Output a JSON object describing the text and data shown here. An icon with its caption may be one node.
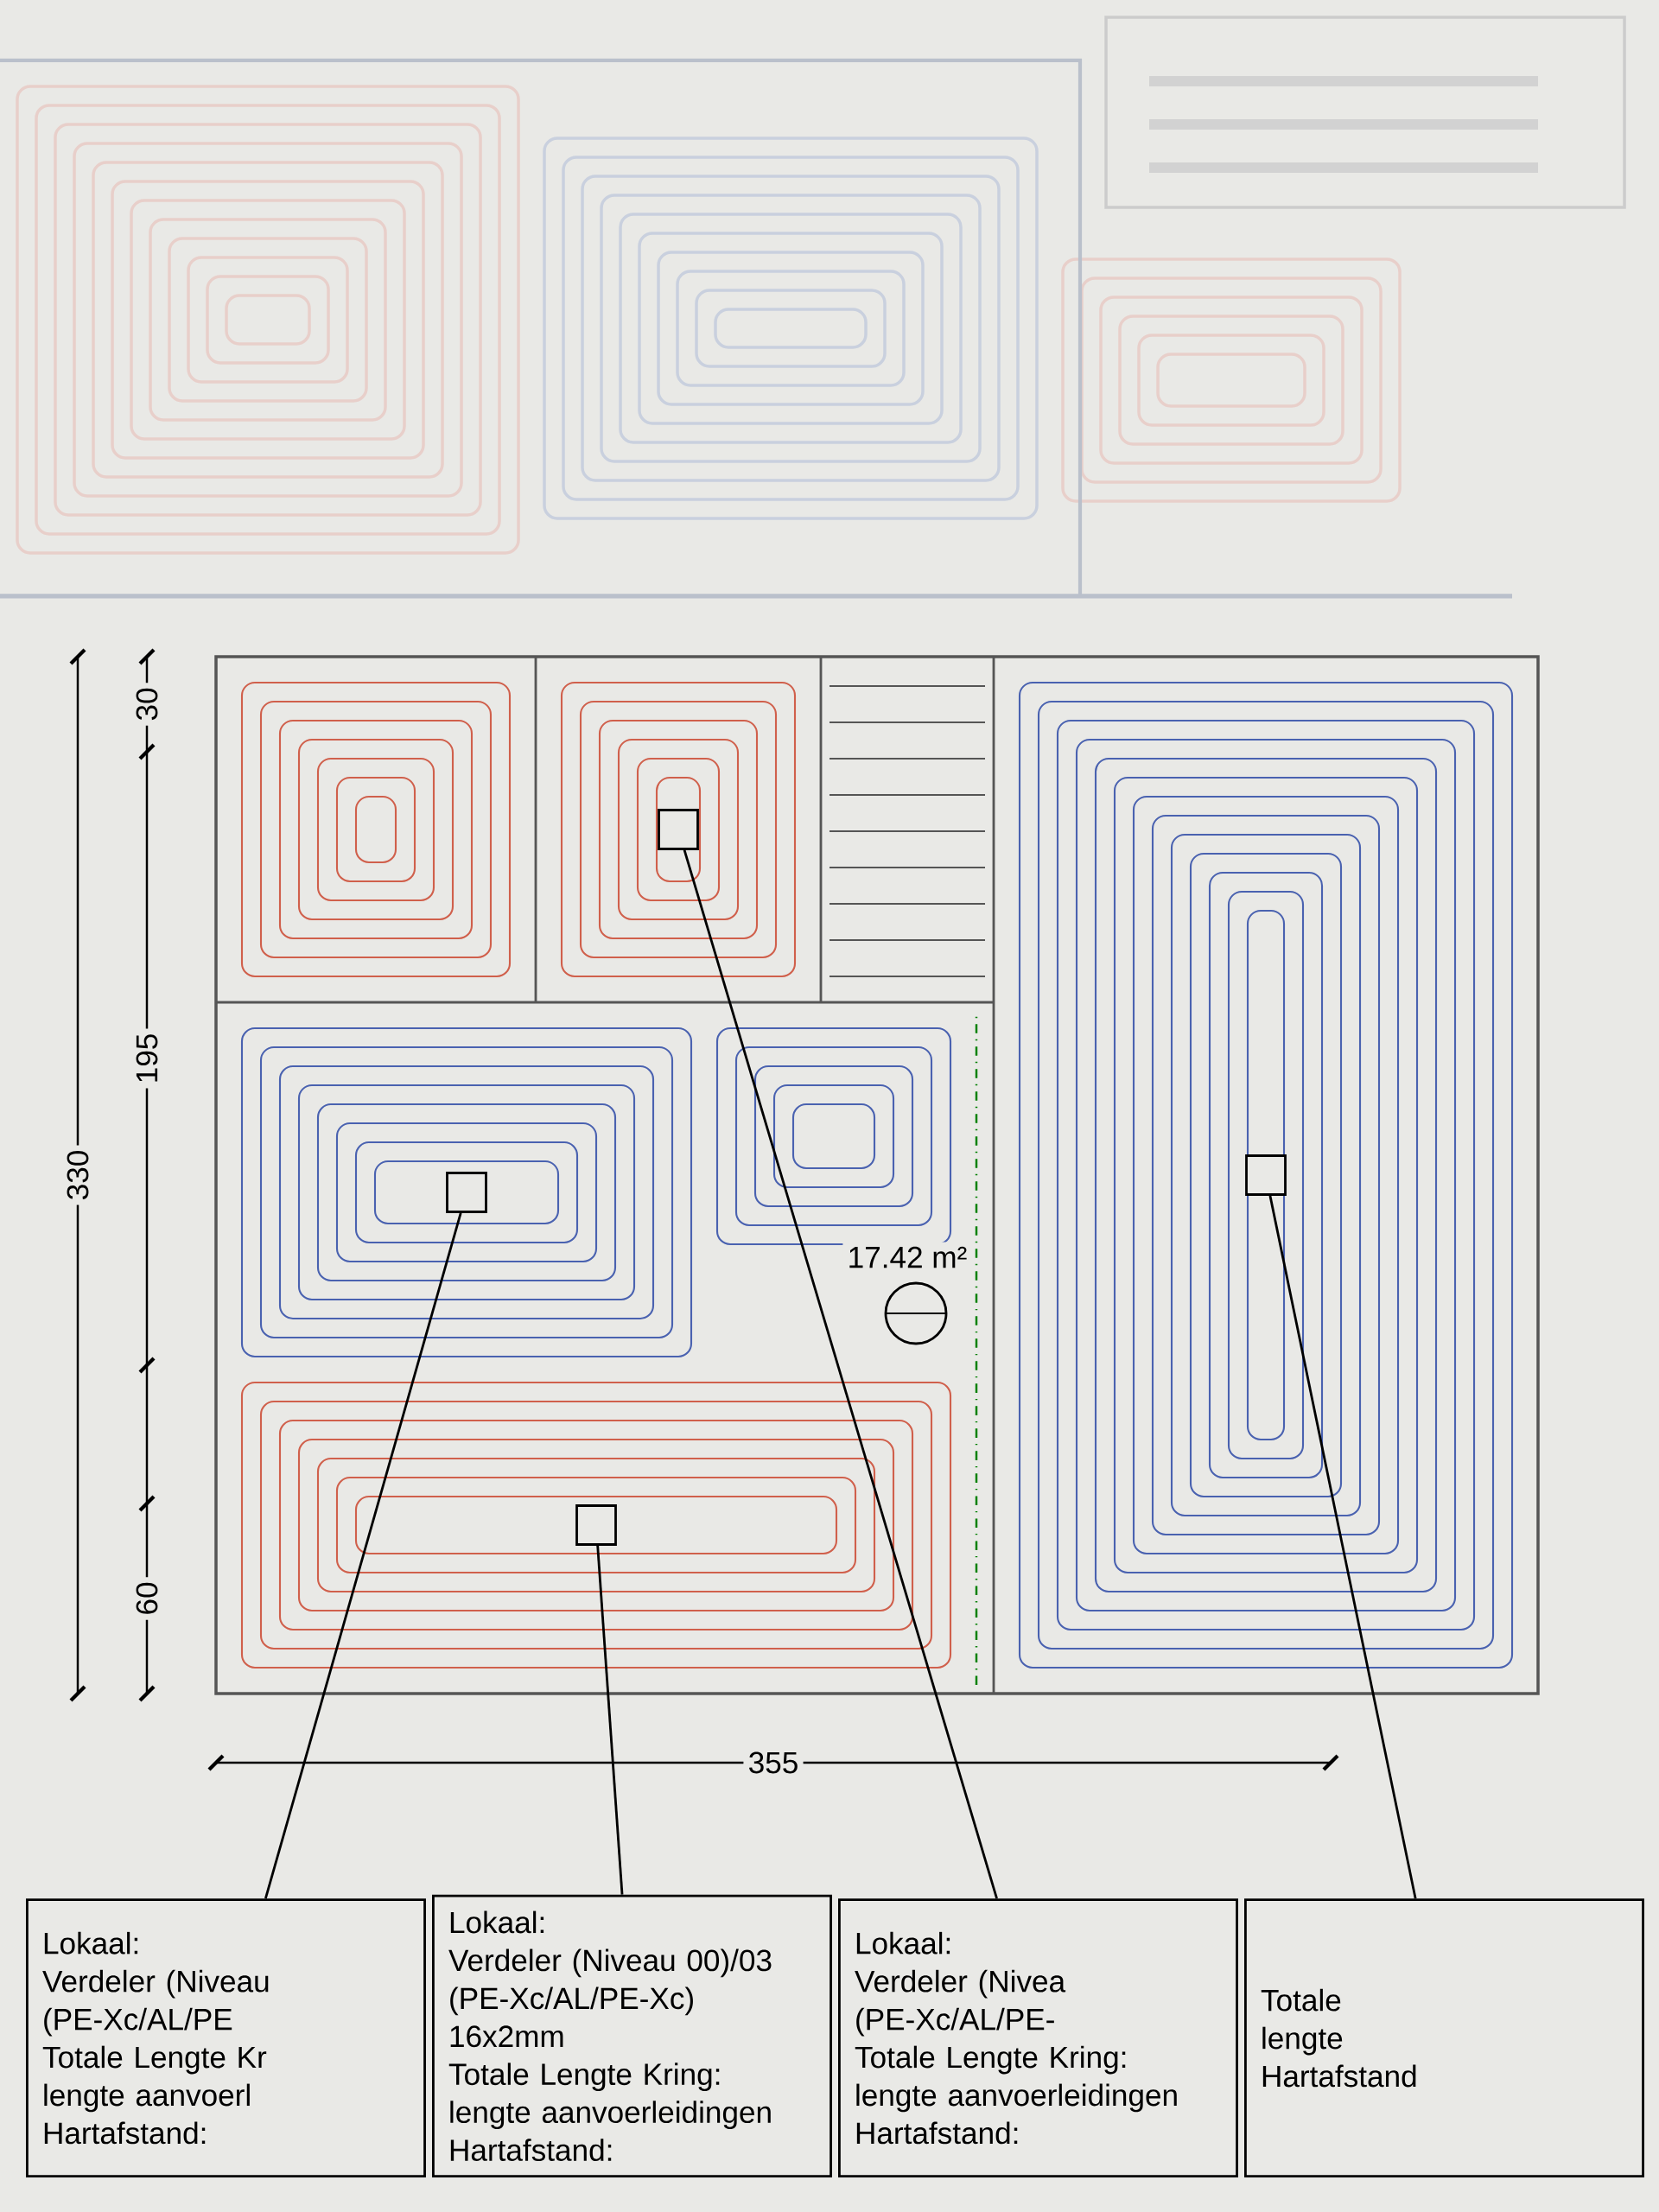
{
  "diagram": {
    "nodes": [
      {
        "text": [
          "Lokaal:",
          "Verdeler (Niveau",
          "(PE-Xc/AL/PE",
          "Totale Lengte Kr",
          "lengte aanvoerl",
          "Hartafstand:"
        ]
      },
      {
        "text": [
          "Lokaal:",
          "Verdeler (Niveau 00)/03",
          "(PE-Xc/AL/PE-Xc) 16x2mm",
          "Totale Lengte Kring:",
          "lengte aanvoerleidingen",
          "Hartafstand:"
        ]
      },
      {
        "text": [
          "Lokaal:",
          "Verdeler (Nivea",
          "(PE-Xc/AL/PE-",
          "Totale Lengte Kring:",
          "lengte aanvoerleidingen",
          "Hartafstand:"
        ]
      },
      {
        "text": [
          "Totale",
          "lengte",
          "Hartafstand"
        ]
      },
      {
        "text": [],
        "shape": "box"
      },
      {
        "text": [],
        "shape": "box"
      },
      {
        "text": [],
        "shape": "box"
      },
      {
        "text": [],
        "shape": "box"
      }
    ],
    "edges": [
      {
        "from": 0,
        "to": 4,
        "arrow": "none"
      },
      {
        "from": 1,
        "to": 5,
        "arrow": "none"
      },
      {
        "from": 2,
        "to": 6,
        "arrow": "none"
      },
      {
        "from": 3,
        "to": 7,
        "arrow": "none"
      }
    ],
    "labels": [
      "30",
      "195",
      "330",
      "60",
      "355",
      "17.42 m²"
    ]
  }
}
